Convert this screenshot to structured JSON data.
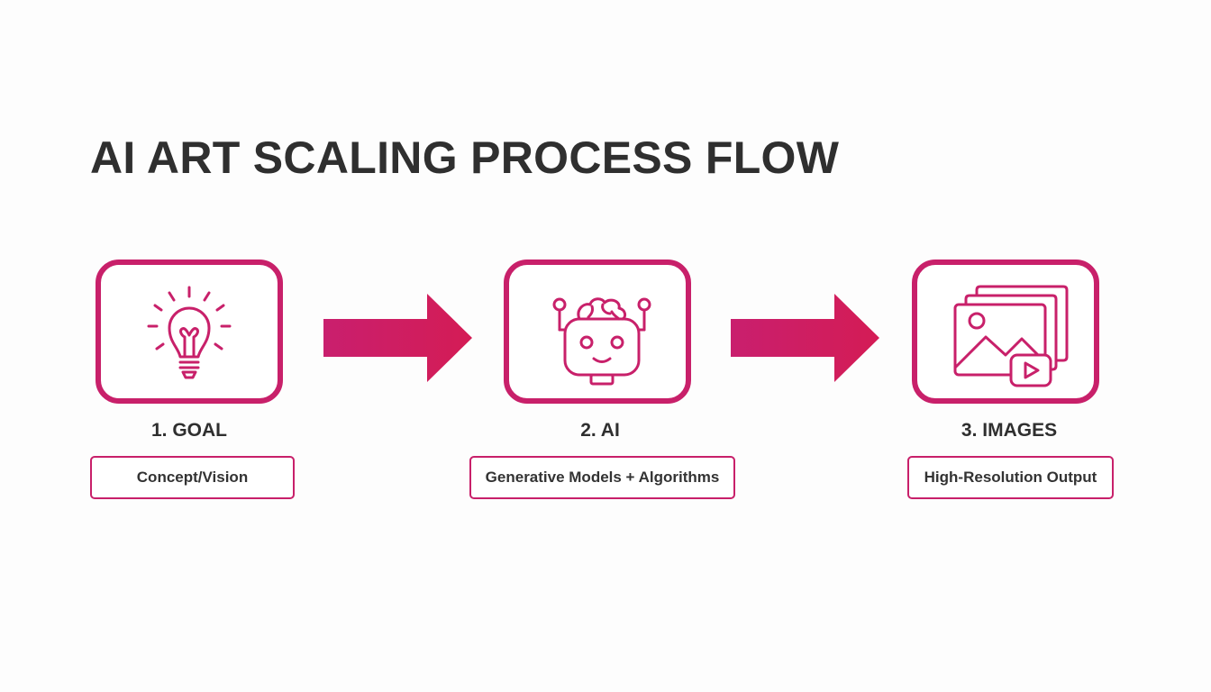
{
  "title": "AI ART SCALING PROCESS FLOW",
  "accent_color": "#c8206a",
  "text_color": "#2f2f2f",
  "steps": [
    {
      "label": "1. GOAL",
      "description": "Concept/Vision",
      "icon": "lightbulb-icon"
    },
    {
      "label": "2. AI",
      "description": "Generative Models + Algorithms",
      "icon": "robot-icon"
    },
    {
      "label": "3. IMAGES",
      "description": "High-Resolution Output",
      "icon": "image-gallery-icon"
    }
  ]
}
